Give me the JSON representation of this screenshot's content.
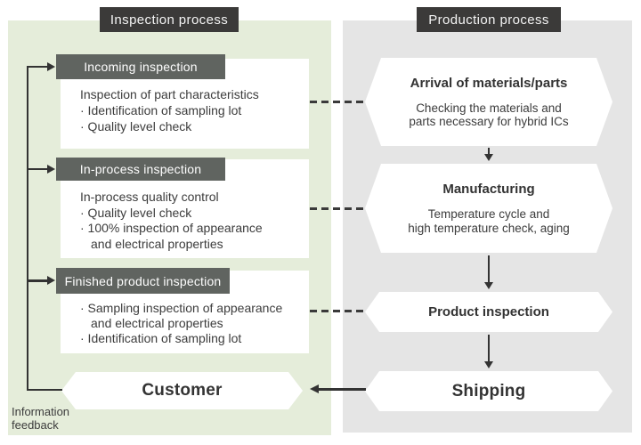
{
  "titles": {
    "inspection": "Inspection process",
    "production": "Production process"
  },
  "cards": [
    {
      "header": "Incoming inspection",
      "line1": "Inspection of part characteristics",
      "line2": "· Identification of sampling lot",
      "line3": "· Quality level check"
    },
    {
      "header": "In-process inspection",
      "line1": "In-process quality control",
      "line2": "· Quality level check",
      "line3": "· 100% inspection of appearance",
      "line4": "and electrical properties"
    },
    {
      "header": "Finished product inspection",
      "line1": "· Sampling inspection of appearance",
      "line2": "and electrical properties",
      "line3": "· Identification of sampling lot"
    }
  ],
  "steps": [
    {
      "title": "Arrival of materials/parts",
      "body1": "Checking the materials and",
      "body2": "parts necessary for hybrid ICs"
    },
    {
      "title": "Manufacturing",
      "body1": "Temperature cycle and",
      "body2": "high temperature check, aging"
    },
    {
      "title": "Product inspection"
    },
    {
      "title": "Shipping"
    }
  ],
  "customer": {
    "label": "Customer"
  },
  "feedback": {
    "line1": "Information",
    "line2": "feedback"
  },
  "colors": {
    "inspection_panel_bg": "#e5edda",
    "production_panel_bg": "#e5e5e5",
    "title_bg": "#3b3a39",
    "card_header_bg": "#606460",
    "connector": "#333333",
    "text": "#3c3c3c"
  }
}
